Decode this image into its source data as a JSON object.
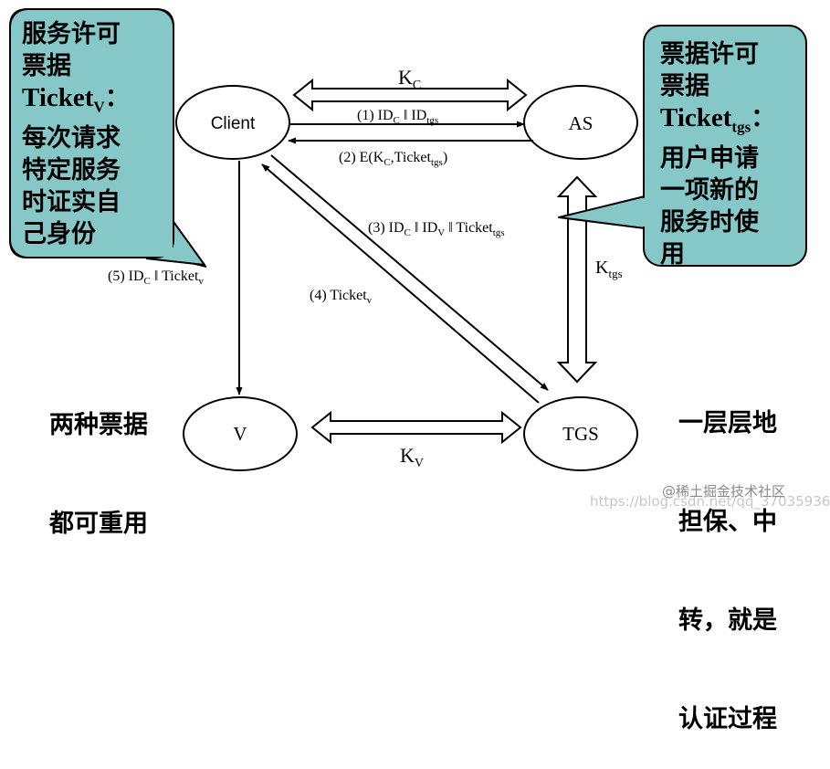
{
  "nodes": {
    "client": "Client",
    "as": "AS",
    "tgs": "TGS",
    "v": "V"
  },
  "arrows": {
    "kc": {
      "base": "K",
      "sub": "C"
    },
    "msg1": {
      "pre": "(1) ID",
      "sub1": "C",
      "mid": " ‖ ID",
      "sub2": "tgs"
    },
    "msg2": {
      "pre": "(2) E(K",
      "sub1": "C",
      "mid": ",Ticket",
      "sub2": "tgs",
      "post": ")"
    },
    "msg3": {
      "pre": "(3) ID",
      "sub1": "C",
      "mid1": " ‖ ID",
      "sub2": "V",
      "mid2": " ‖ Ticket",
      "sub3": "tgs"
    },
    "msg4": {
      "pre": "(4) Ticket",
      "sub1": "v"
    },
    "msg5": {
      "pre": "(5) ID",
      "sub1": "C",
      "mid": " ‖ Ticket",
      "sub2": "v"
    },
    "ktgs": {
      "base": "K",
      "sub": "tgs"
    },
    "kv": {
      "base": "K",
      "sub": "V"
    }
  },
  "callouts": {
    "left": {
      "line1": "服务许可",
      "line2": "票据",
      "ticket_base": "Ticket",
      "ticket_sub": "V",
      "ticket_post": "：",
      "line4": "每次请求",
      "line5": "特定服务",
      "line6": "时证实自",
      "line7": "己身份"
    },
    "right": {
      "line1": "票据许可",
      "line2": "票据",
      "ticket_base": "Ticket",
      "ticket_sub": "tgs",
      "ticket_post": "：",
      "line4": "用户申请",
      "line5": "一项新的",
      "line6": "服务时使",
      "line7": "用"
    }
  },
  "notes": {
    "reuse_line1": "两种票据",
    "reuse_line2": "都可重用",
    "layer_line1": "一层层地",
    "layer_line2": "担保、中",
    "layer_line3": "转，就是",
    "layer_line4": "认证过程"
  },
  "watermark": {
    "url_text": "https://blog.csdn.net/qq_37035936",
    "site_text": "@稀土掘金技术社区"
  },
  "colors": {
    "callout_fill": "#86c8c8",
    "stroke": "#000000",
    "background": "#ffffff"
  }
}
